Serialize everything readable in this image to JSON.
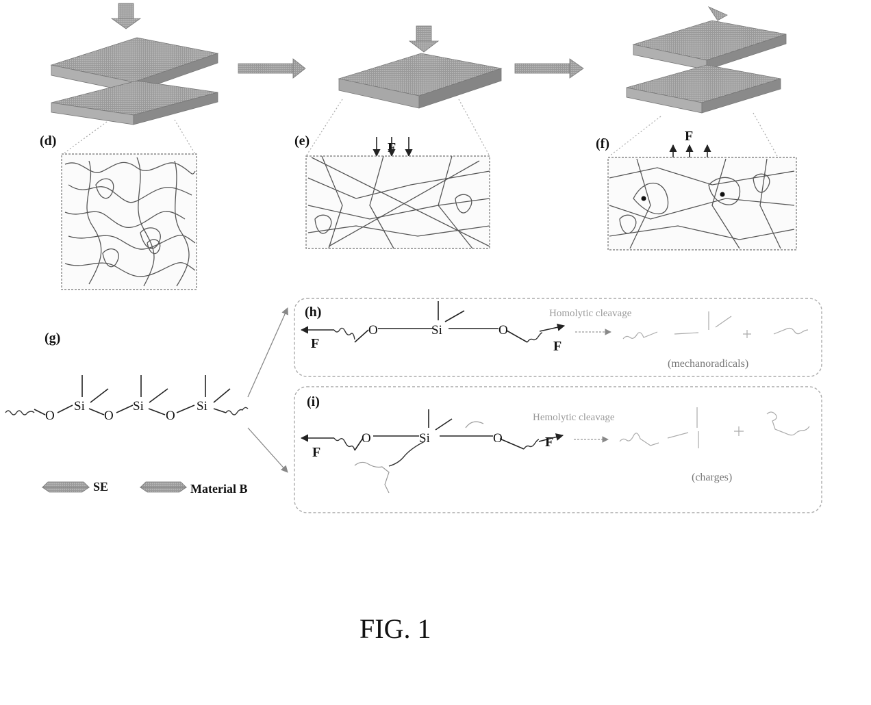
{
  "figure_caption": "FIG. 1",
  "panels": {
    "d": {
      "label": "(d)"
    },
    "e": {
      "label": "(e)",
      "force": "F"
    },
    "f": {
      "label": "(f)",
      "force": "F"
    },
    "g": {
      "label": "(g)"
    },
    "h": {
      "label": "(h)",
      "reaction": "Homolytic cleavage",
      "product_note": "(mechanoradicals)",
      "force_left": "F",
      "force_right": "F"
    },
    "i": {
      "label": "(i)",
      "reaction": "Hemolytic cleavage",
      "product_note": "(charges)",
      "force_left": "F",
      "force_right": "F"
    }
  },
  "chain": {
    "atoms": [
      "O",
      "Si",
      "O",
      "Si",
      "O",
      "Si"
    ]
  },
  "reaction_atoms": {
    "o": "O",
    "si": "Si"
  },
  "legend": {
    "items": [
      {
        "label": "SE"
      },
      {
        "label": "Material B"
      }
    ]
  }
}
